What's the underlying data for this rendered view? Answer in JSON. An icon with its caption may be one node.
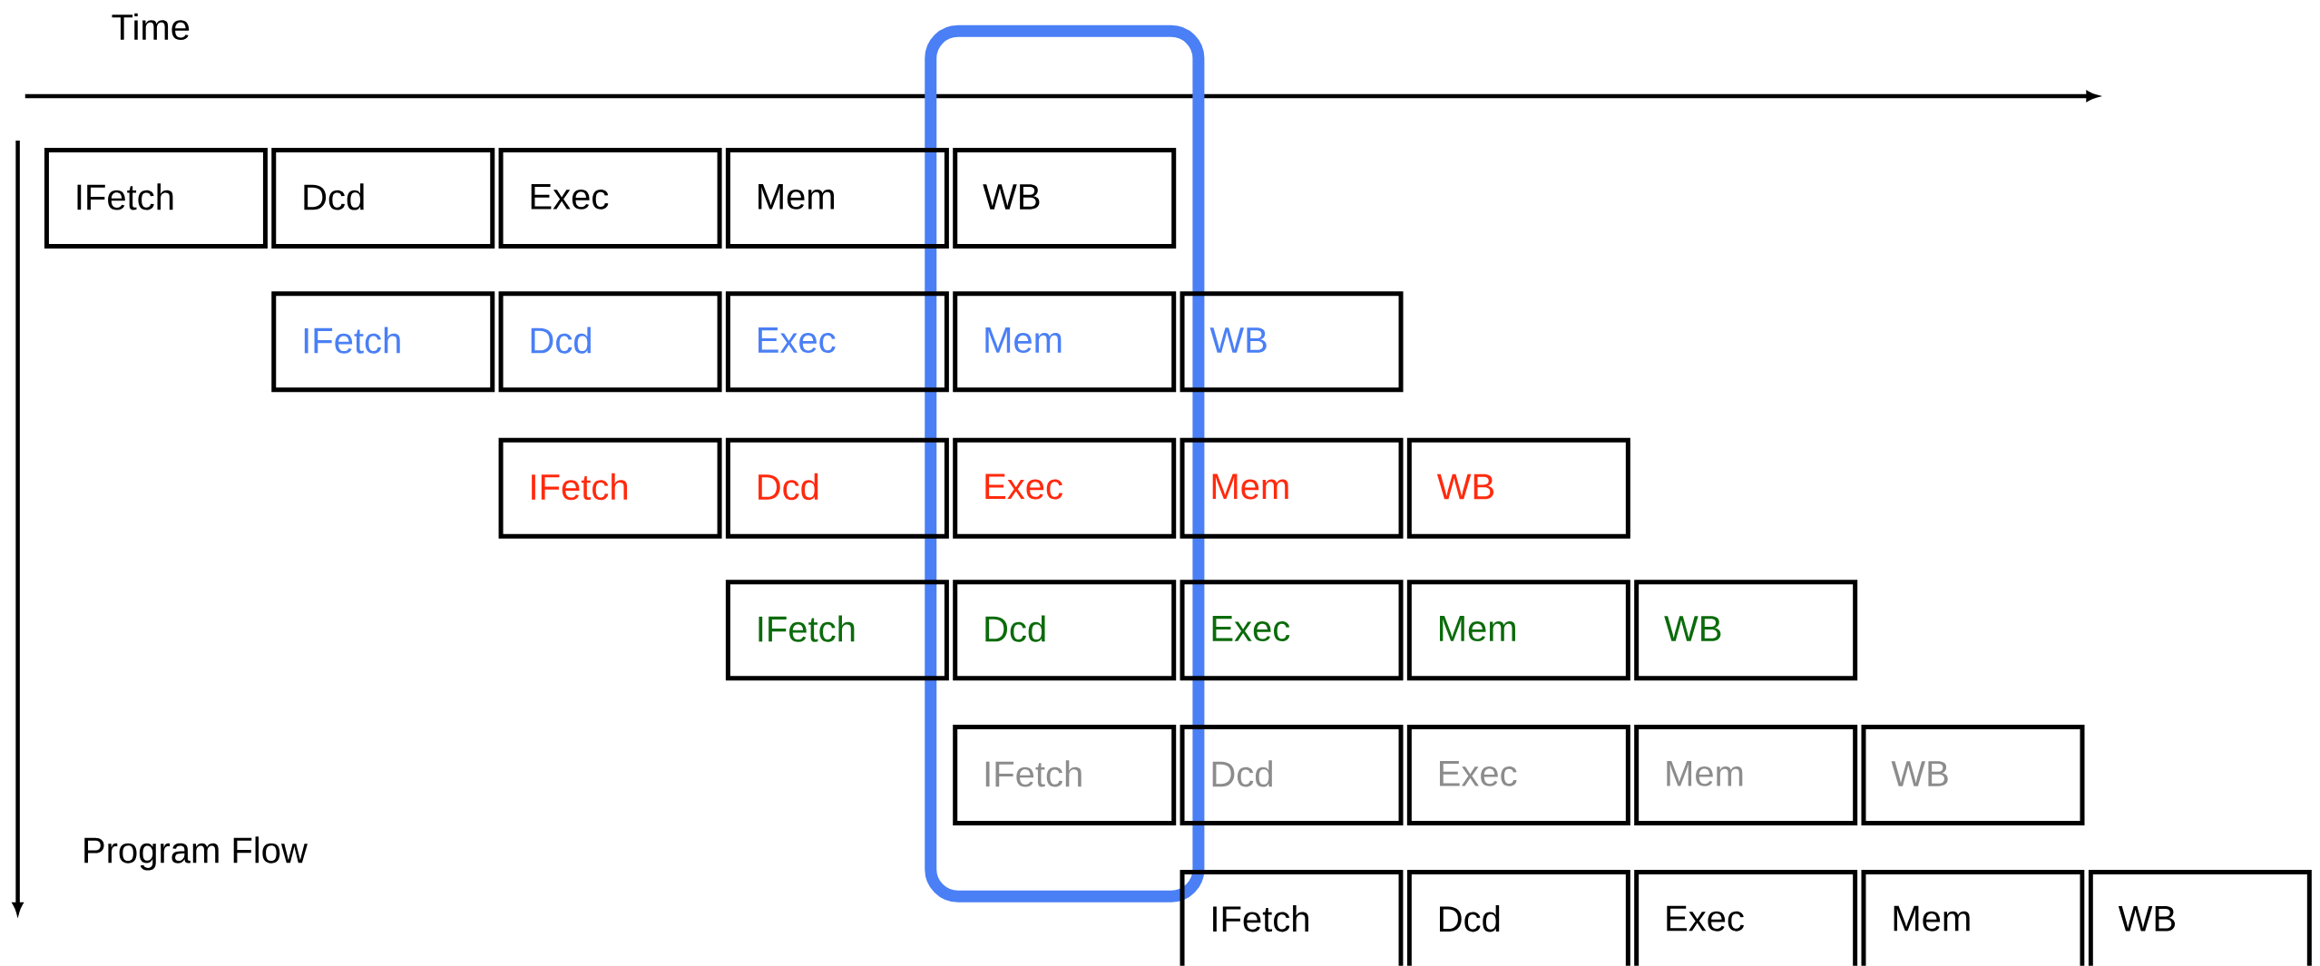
{
  "diagram": {
    "nodes": [
      {
        "text": [
          "IFetch"
        ]
      },
      {
        "text": [
          "Dcd"
        ]
      },
      {
        "text": [
          "Exec"
        ]
      },
      {
        "text": [
          "Mem"
        ]
      },
      {
        "text": [
          "WB"
        ]
      },
      {
        "text": [
          "IFetch"
        ]
      },
      {
        "text": [
          "Dcd"
        ]
      },
      {
        "text": [
          "Exec"
        ]
      },
      {
        "text": [
          "Mem"
        ]
      },
      {
        "text": [
          "WB"
        ]
      },
      {
        "text": [
          "IFetch"
        ]
      },
      {
        "text": [
          "Dcd"
        ]
      },
      {
        "text": [
          "Exec"
        ]
      },
      {
        "text": [
          "Mem"
        ]
      },
      {
        "text": [
          "WB"
        ]
      },
      {
        "text": [
          "IFetch"
        ]
      },
      {
        "text": [
          "Dcd"
        ]
      },
      {
        "text": [
          "Exec"
        ]
      },
      {
        "text": [
          "Mem"
        ]
      },
      {
        "text": [
          "WB"
        ]
      },
      {
        "text": [
          "IFetch"
        ]
      },
      {
        "text": [
          "Dcd"
        ]
      },
      {
        "text": [
          "Exec"
        ]
      },
      {
        "text": [
          "Mem"
        ]
      },
      {
        "text": [
          "WB"
        ]
      },
      {
        "text": [
          "IFetch"
        ]
      },
      {
        "text": [
          "Dcd"
        ]
      },
      {
        "text": [
          "Exec"
        ]
      },
      {
        "text": [
          "Mem"
        ]
      },
      {
        "text": [
          "WB"
        ]
      }
    ],
    "labels": [
      "Time",
      "Program Flow"
    ]
  }
}
